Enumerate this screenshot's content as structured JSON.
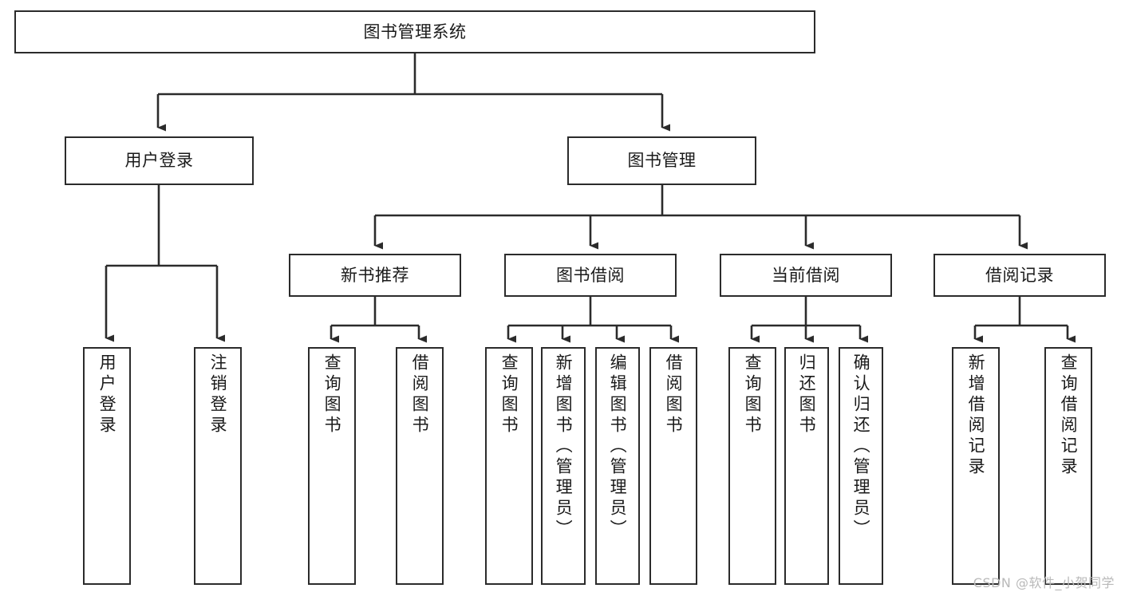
{
  "diagram": {
    "title": "图书管理系统",
    "watermark": "CSDN @软件_小贺同学",
    "colors": {
      "stroke": "#2b2b2b",
      "fill": "#ffffff",
      "text": "#1a1a1a",
      "watermark": "#b9b9b9"
    },
    "nodes": {
      "root": {
        "label": "图书管理系统",
        "orientation": "horizontal"
      },
      "level2": [
        {
          "id": "user-login",
          "label": "用户登录",
          "orientation": "horizontal"
        },
        {
          "id": "book-management",
          "label": "图书管理",
          "orientation": "horizontal"
        }
      ],
      "level3": [
        {
          "id": "new-book-recommend",
          "label": "新书推荐",
          "orientation": "horizontal"
        },
        {
          "id": "book-borrow",
          "label": "图书借阅",
          "orientation": "horizontal"
        },
        {
          "id": "current-borrow",
          "label": "当前借阅",
          "orientation": "horizontal"
        },
        {
          "id": "borrow-record",
          "label": "借阅记录",
          "orientation": "horizontal"
        }
      ],
      "leaves": [
        {
          "id": "leaf-user-login",
          "label": "用户登录",
          "parent": "user-login",
          "orientation": "vertical"
        },
        {
          "id": "leaf-user-logout",
          "label": "注销登录",
          "parent": "user-login",
          "orientation": "vertical"
        },
        {
          "id": "leaf-query-book-1",
          "label": "查询图书",
          "parent": "new-book-recommend",
          "orientation": "vertical"
        },
        {
          "id": "leaf-borrow-book-1",
          "label": "借阅图书",
          "parent": "new-book-recommend",
          "orientation": "vertical"
        },
        {
          "id": "leaf-query-book-2",
          "label": "查询图书",
          "parent": "book-borrow",
          "orientation": "vertical"
        },
        {
          "id": "leaf-add-book",
          "label": "新增图书（管理员）",
          "parent": "book-borrow",
          "orientation": "vertical"
        },
        {
          "id": "leaf-edit-book",
          "label": "编辑图书（管理员）",
          "parent": "book-borrow",
          "orientation": "vertical"
        },
        {
          "id": "leaf-borrow-book-2",
          "label": "借阅图书",
          "parent": "book-borrow",
          "orientation": "vertical"
        },
        {
          "id": "leaf-query-book-3",
          "label": "查询图书",
          "parent": "current-borrow",
          "orientation": "vertical"
        },
        {
          "id": "leaf-return-book",
          "label": "归还图书",
          "parent": "current-borrow",
          "orientation": "vertical"
        },
        {
          "id": "leaf-confirm-return",
          "label": "确认归还（管理员）",
          "parent": "current-borrow",
          "orientation": "vertical"
        },
        {
          "id": "leaf-add-record",
          "label": "新增借阅记录",
          "parent": "borrow-record",
          "orientation": "vertical"
        },
        {
          "id": "leaf-query-record",
          "label": "查询借阅记录",
          "parent": "borrow-record",
          "orientation": "vertical"
        }
      ]
    }
  }
}
